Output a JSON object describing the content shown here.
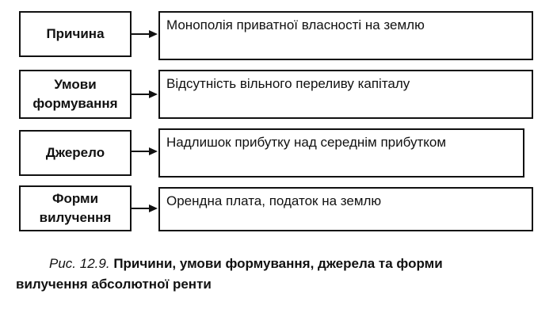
{
  "rows": [
    {
      "left": "Причина",
      "right": "Монополія приватної власності на землю"
    },
    {
      "left": "Умови формування",
      "right": "Відсутність вільного переливу капіталу"
    },
    {
      "left": "Джерело",
      "right": "Надлишок прибутку над середнім прибутком"
    },
    {
      "left": "Форми вилучення",
      "right": "Орендна плата, податок на землю"
    }
  ],
  "caption": {
    "prefix": "Рис.",
    "number": "12.9.",
    "text_line1": "Причини, умови формування, джерела та форми",
    "text_line2": "вилучення абсолютної ренти"
  }
}
